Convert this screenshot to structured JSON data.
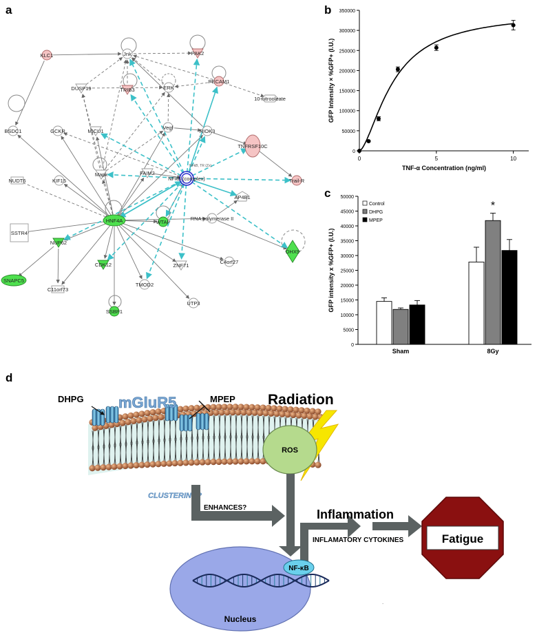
{
  "panel_labels": {
    "a": "a",
    "b": "b",
    "c": "c",
    "d": "d"
  },
  "network": {
    "nodes": [
      {
        "id": "KLC1",
        "label": "KLC1",
        "color": "pink"
      },
      {
        "id": "Jnk",
        "label": "Jnk",
        "color": "white"
      },
      {
        "id": "PAK2",
        "label": "PAK2",
        "color": "pink"
      },
      {
        "id": "DUSP19",
        "label": "DUSP19",
        "color": "white"
      },
      {
        "id": "PECAM1",
        "label": "PECAM1",
        "color": "pink"
      },
      {
        "id": "TRIB3",
        "label": "TRIB3",
        "color": "pink"
      },
      {
        "id": "ERK",
        "label": "ERK",
        "color": "white"
      },
      {
        "id": "10-nitrooleate",
        "label": "10-nitrooleate",
        "color": "white"
      },
      {
        "id": "BSDC1",
        "label": "BSDC1",
        "color": "white"
      },
      {
        "id": "GCKR",
        "label": "GCKR",
        "color": "white"
      },
      {
        "id": "MICU1",
        "label": "MICU1",
        "color": "white"
      },
      {
        "id": "Vegf",
        "label": "Vegf",
        "color": "white"
      },
      {
        "id": "RIOK3",
        "label": "RIOK3",
        "color": "white"
      },
      {
        "id": "TNFRSF10C",
        "label": "TNFRSF10C",
        "color": "pink"
      },
      {
        "id": "NUDT6",
        "label": "NUDT6",
        "color": "white"
      },
      {
        "id": "KIF15",
        "label": "KIF15",
        "color": "white"
      },
      {
        "id": "Mapk",
        "label": "Mapk",
        "color": "white"
      },
      {
        "id": "FAIM2",
        "label": "FAIM2",
        "color": "white"
      },
      {
        "id": "NFkB",
        "label": "NFkB (complex)",
        "color": "white"
      },
      {
        "id": "TraiR",
        "label": "Trail-R",
        "color": "pink"
      },
      {
        "id": "AP4B1",
        "label": "AP4B1",
        "color": "white"
      },
      {
        "id": "SSTR4",
        "label": "SSTR4",
        "color": "white"
      },
      {
        "id": "HNF4A",
        "label": "HNF4A",
        "color": "green"
      },
      {
        "id": "WTAP",
        "label": "WTAP",
        "color": "green"
      },
      {
        "id": "RNAPII",
        "label": "RNA polymerase II",
        "color": "white"
      },
      {
        "id": "NUP62",
        "label": "NUP62",
        "color": "green"
      },
      {
        "id": "DHX9",
        "label": "DHX9",
        "color": "green"
      },
      {
        "id": "CDK12",
        "label": "CDK12",
        "color": "green"
      },
      {
        "id": "ZNF71",
        "label": "ZNF71",
        "color": "white"
      },
      {
        "id": "C4orf27",
        "label": "C4orf27",
        "color": "white"
      },
      {
        "id": "SNAPC5",
        "label": "SNAPC5",
        "color": "green"
      },
      {
        "id": "C11orf73",
        "label": "C11orf73",
        "color": "white"
      },
      {
        "id": "TMOD2",
        "label": "TMOD2",
        "color": "white"
      },
      {
        "id": "UTP3",
        "label": "UTP3",
        "color": "white"
      },
      {
        "id": "SSBP1",
        "label": "SSBP1",
        "color": "green"
      }
    ],
    "complex_note": "NFkB, TR (Zx)"
  },
  "chart_data": [
    {
      "type": "scatter",
      "panel": "b",
      "title": "",
      "xlabel": "TNF-α Concentration (ng/ml)",
      "ylabel": "GFP Intensity × %GFP+ (I.U.)",
      "xlim": [
        0,
        11
      ],
      "ylim": [
        0,
        350000
      ],
      "xticks": [
        0,
        5,
        10
      ],
      "yticks": [
        0,
        50000,
        100000,
        150000,
        200000,
        250000,
        300000,
        350000
      ],
      "ytick_labels": [
        "0",
        "50000",
        "100000",
        "150000",
        "200000",
        "250000",
        "300000",
        "350000"
      ],
      "x": [
        0,
        0.6,
        1.25,
        2.5,
        5,
        10
      ],
      "y": [
        0,
        24000,
        80000,
        203000,
        257000,
        313000
      ],
      "error": [
        0,
        1500,
        5000,
        6000,
        7000,
        12000
      ],
      "fit_line": true
    },
    {
      "type": "bar",
      "panel": "c",
      "title": "",
      "xlabel": "",
      "ylabel": "GFP intensity x %GFP+ (I.U.)",
      "ylim": [
        0,
        50000
      ],
      "yticks": [
        0,
        5000,
        10000,
        15000,
        20000,
        25000,
        30000,
        35000,
        40000,
        45000,
        50000
      ],
      "categories": [
        "Sham",
        "8Gy"
      ],
      "series": [
        {
          "name": "Control",
          "color": "#ffffff",
          "values": [
            14500,
            27800
          ],
          "error": [
            1200,
            5000
          ]
        },
        {
          "name": "DHPG",
          "color": "#808080",
          "values": [
            11800,
            41800
          ],
          "error": [
            500,
            2500
          ]
        },
        {
          "name": "MPEP",
          "color": "#000000",
          "values": [
            13300,
            31700
          ],
          "error": [
            1500,
            3700
          ]
        }
      ],
      "annotation": "*",
      "legend": "top-left"
    }
  ],
  "schematic": {
    "dhpg": "DHPG",
    "mglur5": "mGluR5",
    "mpep": "MPEP",
    "radiation": "Radiation",
    "ros": "ROS",
    "clustering": "CLUSTERING?",
    "enhances": "ENHANCES?",
    "inflammation": "Inflammation",
    "fatigue": "Fatigue",
    "nfkb": "NF-κB",
    "cytokines": "INFLAMATORY CYTOKINES",
    "nucleus": "Nucleus",
    "colors": {
      "ros": "#b3d98c",
      "nucleus": "#9aa8e8",
      "stop": "#8a0e0e",
      "bolt": "#f5e800",
      "arrow": "#566060"
    }
  }
}
